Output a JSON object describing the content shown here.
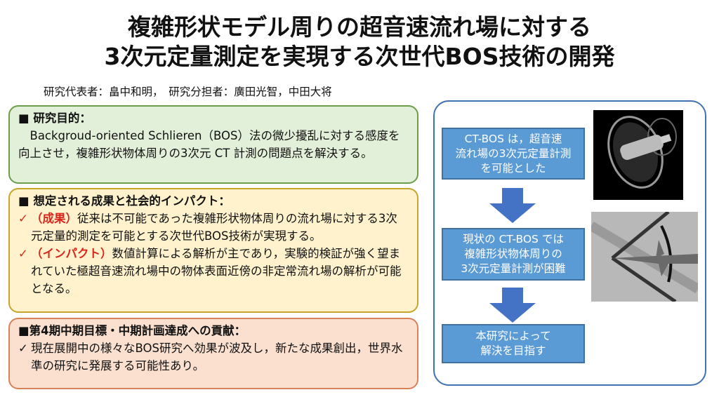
{
  "title": {
    "line1": "複雑形状モデル周りの超音速流れ場に対する",
    "line2": "3次元定量測定を実現する次世代BOS技術の開発"
  },
  "authors": "研究代表者：畠中和明，　研究分担者：廣田光智，中田大将",
  "goal": {
    "heading": "■ 研究目的：",
    "body": "　Backgroud-oriented Schlieren（BOS）法の微少擾乱に対する感度を向上させ，複雑形状物体周りの3次元 CT 計測の問題点を解決する。"
  },
  "impact": {
    "heading": "■ 想定される成果と社会的インパクト：",
    "items": [
      {
        "check": "✓",
        "tag": "（成果）",
        "text": "従来は不可能であった複雑形状物体周りの流れ場に対する3次元定量的測定を可能とする次世代BOS技術が実現する。"
      },
      {
        "check": "✓",
        "tag": "（インパクト）",
        "text": "数値計算による解析が主であり，実験的検証が強く望まれていた極超音速流れ場中の物体表面近傍の非定常流れ場の解析が可能となる。"
      }
    ]
  },
  "contrib": {
    "heading": "■第4期中期目標・中期計画達成への貢献：",
    "items": [
      {
        "check": "✓",
        "text": "現在展開中の様々なBOS研究へ効果が波及し，新たな成果創出，世界水準の研究に発展する可能性あり。"
      }
    ]
  },
  "flow": {
    "steps": [
      "CT-BOS は，超音速\n流れ場の3次元定量計測\nを可能とした",
      "現状の CT-BOS では\n複雑形状物体周りの\n3次元定量計測が困難",
      "本研究によって\n解決を目指す"
    ]
  },
  "colors": {
    "box_blue": "#5b9bd5",
    "arrow": "#4472c4",
    "panel_border": "#3f72af"
  }
}
